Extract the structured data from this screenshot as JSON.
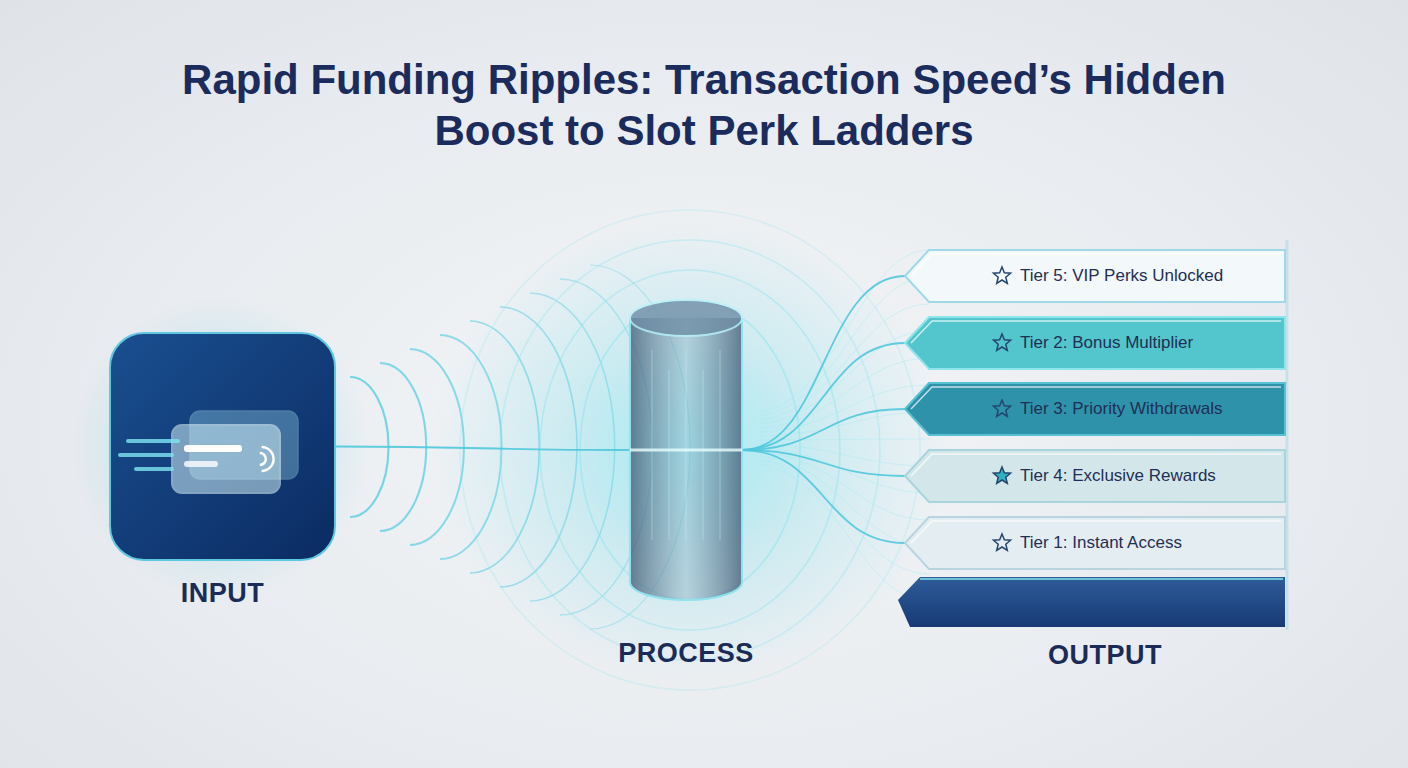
{
  "diagram": {
    "title": "Rapid Funding Ripples: Transaction Speed’s Hidden Boost to Slot Perk Ladders",
    "nodes": [
      {
        "text": [
          "INPUT"
        ]
      },
      {
        "text": [
          "PROCESS"
        ]
      },
      {
        "text": [
          "Tier 5: VIP Perks Unlocked"
        ]
      },
      {
        "text": [
          "Tier 2: Bonus Multiplier"
        ]
      },
      {
        "text": [
          "Tier 3: Priority Withdrawals"
        ]
      },
      {
        "text": [
          "Tier 4: Exclusive Rewards"
        ]
      },
      {
        "text": [
          "Tier 1: Instant Access"
        ]
      }
    ],
    "edges": [
      {
        "from": 0,
        "to": 1,
        "arrow": "none"
      },
      {
        "from": 1,
        "to": 2,
        "arrow": "none"
      },
      {
        "from": 1,
        "to": 3,
        "arrow": "none"
      },
      {
        "from": 1,
        "to": 4,
        "arrow": "none"
      },
      {
        "from": 1,
        "to": 5,
        "arrow": "none"
      },
      {
        "from": 1,
        "to": 6,
        "arrow": "none"
      }
    ],
    "labels": [
      "OUTPUT"
    ]
  }
}
